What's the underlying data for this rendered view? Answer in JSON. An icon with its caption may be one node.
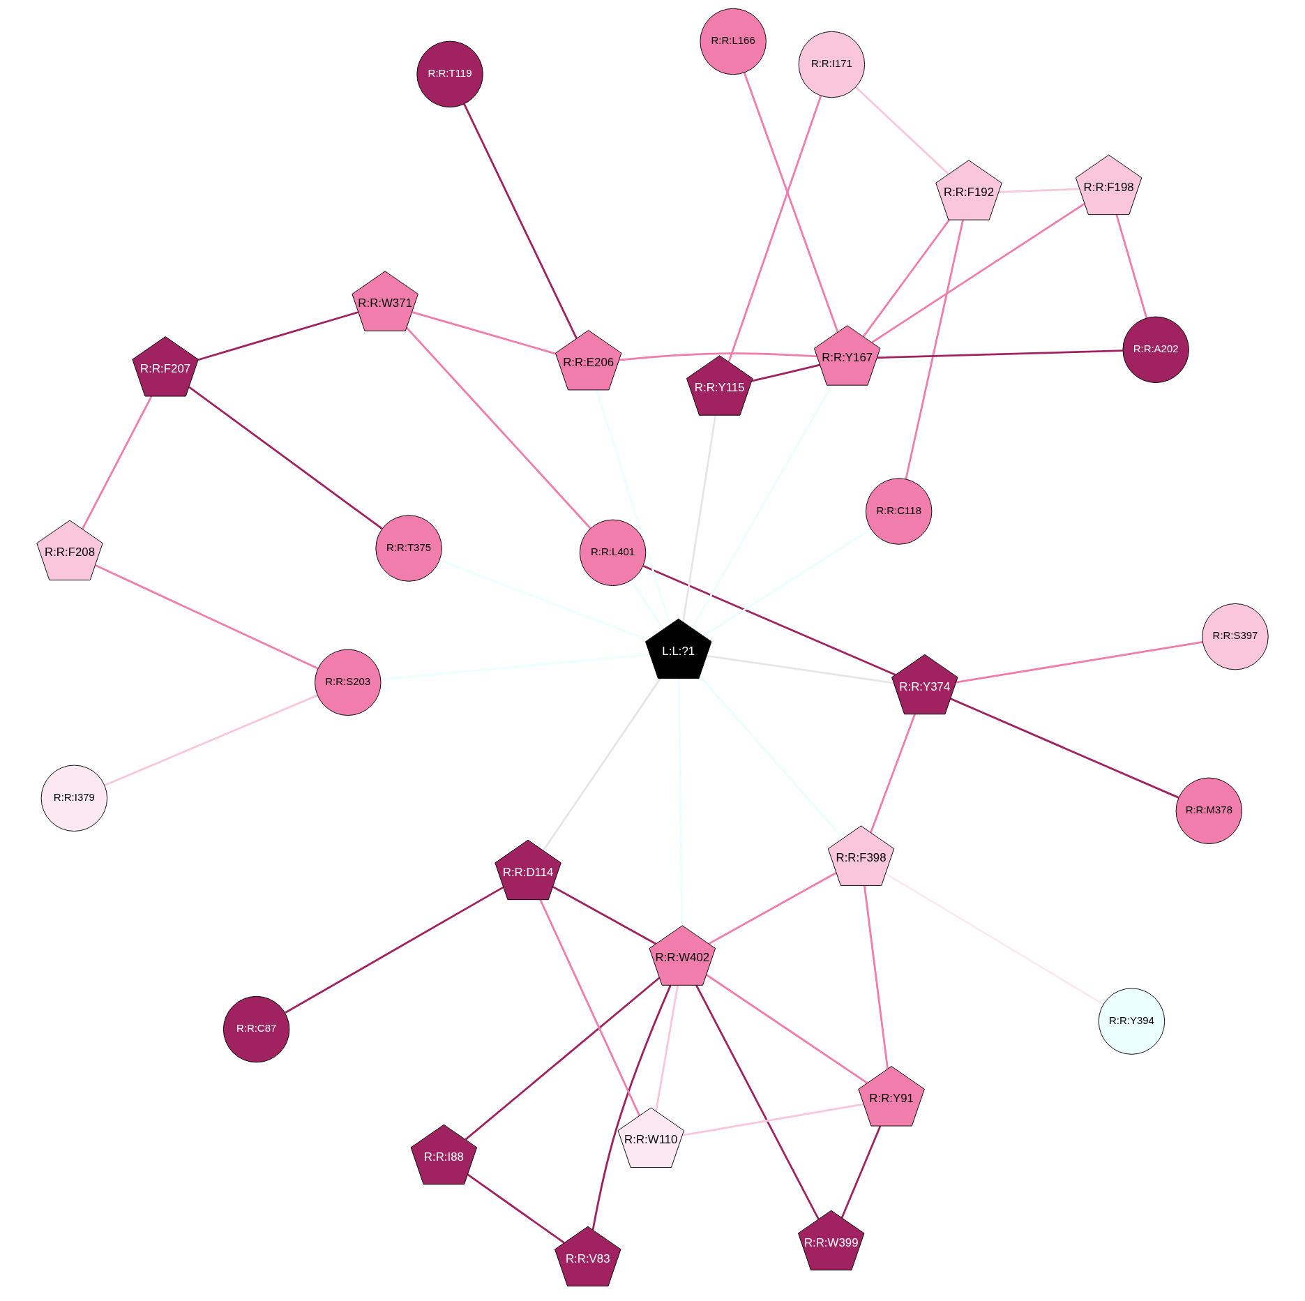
{
  "diagram": {
    "nodes": [
      {
        "text": [
          "R:R:V83"
        ]
      },
      {
        "text": [
          "R:R:W399"
        ]
      },
      {
        "text": [
          "R:R:C87"
        ]
      },
      {
        "text": [
          "R:R:I88"
        ]
      },
      {
        "text": [
          "R:R:Y394"
        ]
      },
      {
        "text": [
          "R:R:D114"
        ]
      },
      {
        "text": [
          "R:R:Y91"
        ]
      },
      {
        "text": [
          "R:R:S397"
        ]
      },
      {
        "text": [
          "R:R:W402"
        ]
      },
      {
        "text": [
          "R:R:Y115"
        ]
      },
      {
        "text": [
          "R:R:W110"
        ]
      },
      {
        "text": [
          "R:R:M378"
        ]
      },
      {
        "text": [
          "R:R:L401"
        ]
      },
      {
        "text": [
          "R:R:C118"
        ]
      },
      {
        "text": [
          "L:L:?1"
        ]
      },
      {
        "text": [
          "R:R:F207"
        ]
      },
      {
        "text": [
          "R:R:F398"
        ]
      },
      {
        "text": [
          "R:R:Y167"
        ]
      },
      {
        "text": [
          "R:R:I171"
        ]
      },
      {
        "text": [
          "R:R:W371"
        ]
      },
      {
        "text": [
          "R:R:T375"
        ]
      },
      {
        "text": [
          "R:R:S203"
        ]
      },
      {
        "text": [
          "R:R:F192"
        ]
      },
      {
        "text": [
          "R:R:Y374"
        ]
      },
      {
        "text": [
          "R:R:E206"
        ]
      },
      {
        "text": [
          "R:R:I379"
        ]
      },
      {
        "text": [
          "R:R:T119"
        ]
      },
      {
        "text": [
          "R:R:F208"
        ]
      },
      {
        "text": [
          "R:R:L166"
        ]
      },
      {
        "text": [
          "R:R:A202"
        ]
      },
      {
        "text": [
          "R:R:F198"
        ]
      }
    ],
    "edges": [
      {
        "from": 1,
        "to": 8,
        "arrow": "none",
        "color": "#a02260"
      },
      {
        "from": 1,
        "to": 6,
        "arrow": "none",
        "color": "#a02260"
      },
      {
        "from": 0,
        "to": 8,
        "arrow": "none",
        "color": "#a02260"
      },
      {
        "from": 0,
        "to": 3,
        "arrow": "none",
        "color": "#a02260"
      },
      {
        "from": 2,
        "to": 5,
        "arrow": "none",
        "color": "#a02260"
      },
      {
        "from": 3,
        "to": 8,
        "arrow": "none",
        "color": "#a02260"
      },
      {
        "from": 8,
        "to": 5,
        "arrow": "none",
        "color": "#a02260"
      },
      {
        "from": 8,
        "to": 6,
        "arrow": "none",
        "color": "#f07dab"
      },
      {
        "from": 8,
        "to": 10,
        "arrow": "none",
        "color": "#f9c6dc"
      },
      {
        "from": 8,
        "to": 16,
        "arrow": "none",
        "color": "#f07dab"
      },
      {
        "from": 5,
        "to": 10,
        "arrow": "none",
        "color": "#f07dab"
      },
      {
        "from": 4,
        "to": 16,
        "arrow": "none",
        "color": "#fbe8f1"
      },
      {
        "from": 7,
        "to": 23,
        "arrow": "none",
        "color": "#f07dab"
      },
      {
        "from": 11,
        "to": 23,
        "arrow": "none",
        "color": "#a02260"
      },
      {
        "from": 12,
        "to": 23,
        "arrow": "none",
        "color": "#a02260"
      },
      {
        "from": 12,
        "to": 19,
        "arrow": "none",
        "color": "#f07dab"
      },
      {
        "from": 6,
        "to": 16,
        "arrow": "none",
        "color": "#f07dab"
      },
      {
        "from": 6,
        "to": 10,
        "arrow": "none",
        "color": "#f9c6dc"
      },
      {
        "from": 9,
        "to": 17,
        "arrow": "none",
        "color": "#a02260"
      },
      {
        "from": 9,
        "to": 18,
        "arrow": "none",
        "color": "#f07dab"
      },
      {
        "from": 13,
        "to": 22,
        "arrow": "none",
        "color": "#f07dab"
      },
      {
        "from": 17,
        "to": 29,
        "arrow": "none",
        "color": "#a02260"
      },
      {
        "from": 17,
        "to": 24,
        "arrow": "none",
        "color": "#f07dab"
      },
      {
        "from": 17,
        "to": 22,
        "arrow": "none",
        "color": "#f07dab"
      },
      {
        "from": 17,
        "to": 28,
        "arrow": "none",
        "color": "#f07dab"
      },
      {
        "from": 17,
        "to": 30,
        "arrow": "none",
        "color": "#f07dab"
      },
      {
        "from": 18,
        "to": 22,
        "arrow": "none",
        "color": "#f9c6dc"
      },
      {
        "from": 15,
        "to": 19,
        "arrow": "none",
        "color": "#a02260"
      },
      {
        "from": 15,
        "to": 20,
        "arrow": "none",
        "color": "#a02260"
      },
      {
        "from": 15,
        "to": 27,
        "arrow": "none",
        "color": "#f07dab"
      },
      {
        "from": 19,
        "to": 24,
        "arrow": "none",
        "color": "#f07dab"
      },
      {
        "from": 21,
        "to": 25,
        "arrow": "none",
        "color": "#f9c6dc"
      },
      {
        "from": 21,
        "to": 27,
        "arrow": "none",
        "color": "#f07dab"
      },
      {
        "from": 16,
        "to": 23,
        "arrow": "none",
        "color": "#f07dab"
      },
      {
        "from": 24,
        "to": 26,
        "arrow": "none",
        "color": "#a02260"
      },
      {
        "from": 29,
        "to": 30,
        "arrow": "none",
        "color": "#f07dab"
      },
      {
        "from": 22,
        "to": 30,
        "arrow": "none",
        "color": "#f9c6dc"
      },
      {
        "from": 14,
        "to": 8,
        "arrow": "none",
        "color": "#ebffff"
      },
      {
        "from": 14,
        "to": 5,
        "arrow": "none",
        "color": "#e6e6e6"
      },
      {
        "from": 14,
        "to": 9,
        "arrow": "none",
        "color": "#e6e6e6"
      },
      {
        "from": 14,
        "to": 13,
        "arrow": "none",
        "color": "#ebffff"
      },
      {
        "from": 14,
        "to": 17,
        "arrow": "none",
        "color": "#ebffff"
      },
      {
        "from": 14,
        "to": 21,
        "arrow": "none",
        "color": "#ebffff"
      },
      {
        "from": 14,
        "to": 24,
        "arrow": "none",
        "color": "#ebffff"
      },
      {
        "from": 14,
        "to": 23,
        "arrow": "none",
        "color": "#e6e6e6"
      },
      {
        "from": 14,
        "to": 20,
        "arrow": "none",
        "color": "#ebffff"
      },
      {
        "from": 14,
        "to": 16,
        "arrow": "none",
        "color": "#ebffff"
      },
      {
        "from": 14,
        "to": 12,
        "arrow": "none",
        "color": "#ebffff"
      }
    ]
  }
}
